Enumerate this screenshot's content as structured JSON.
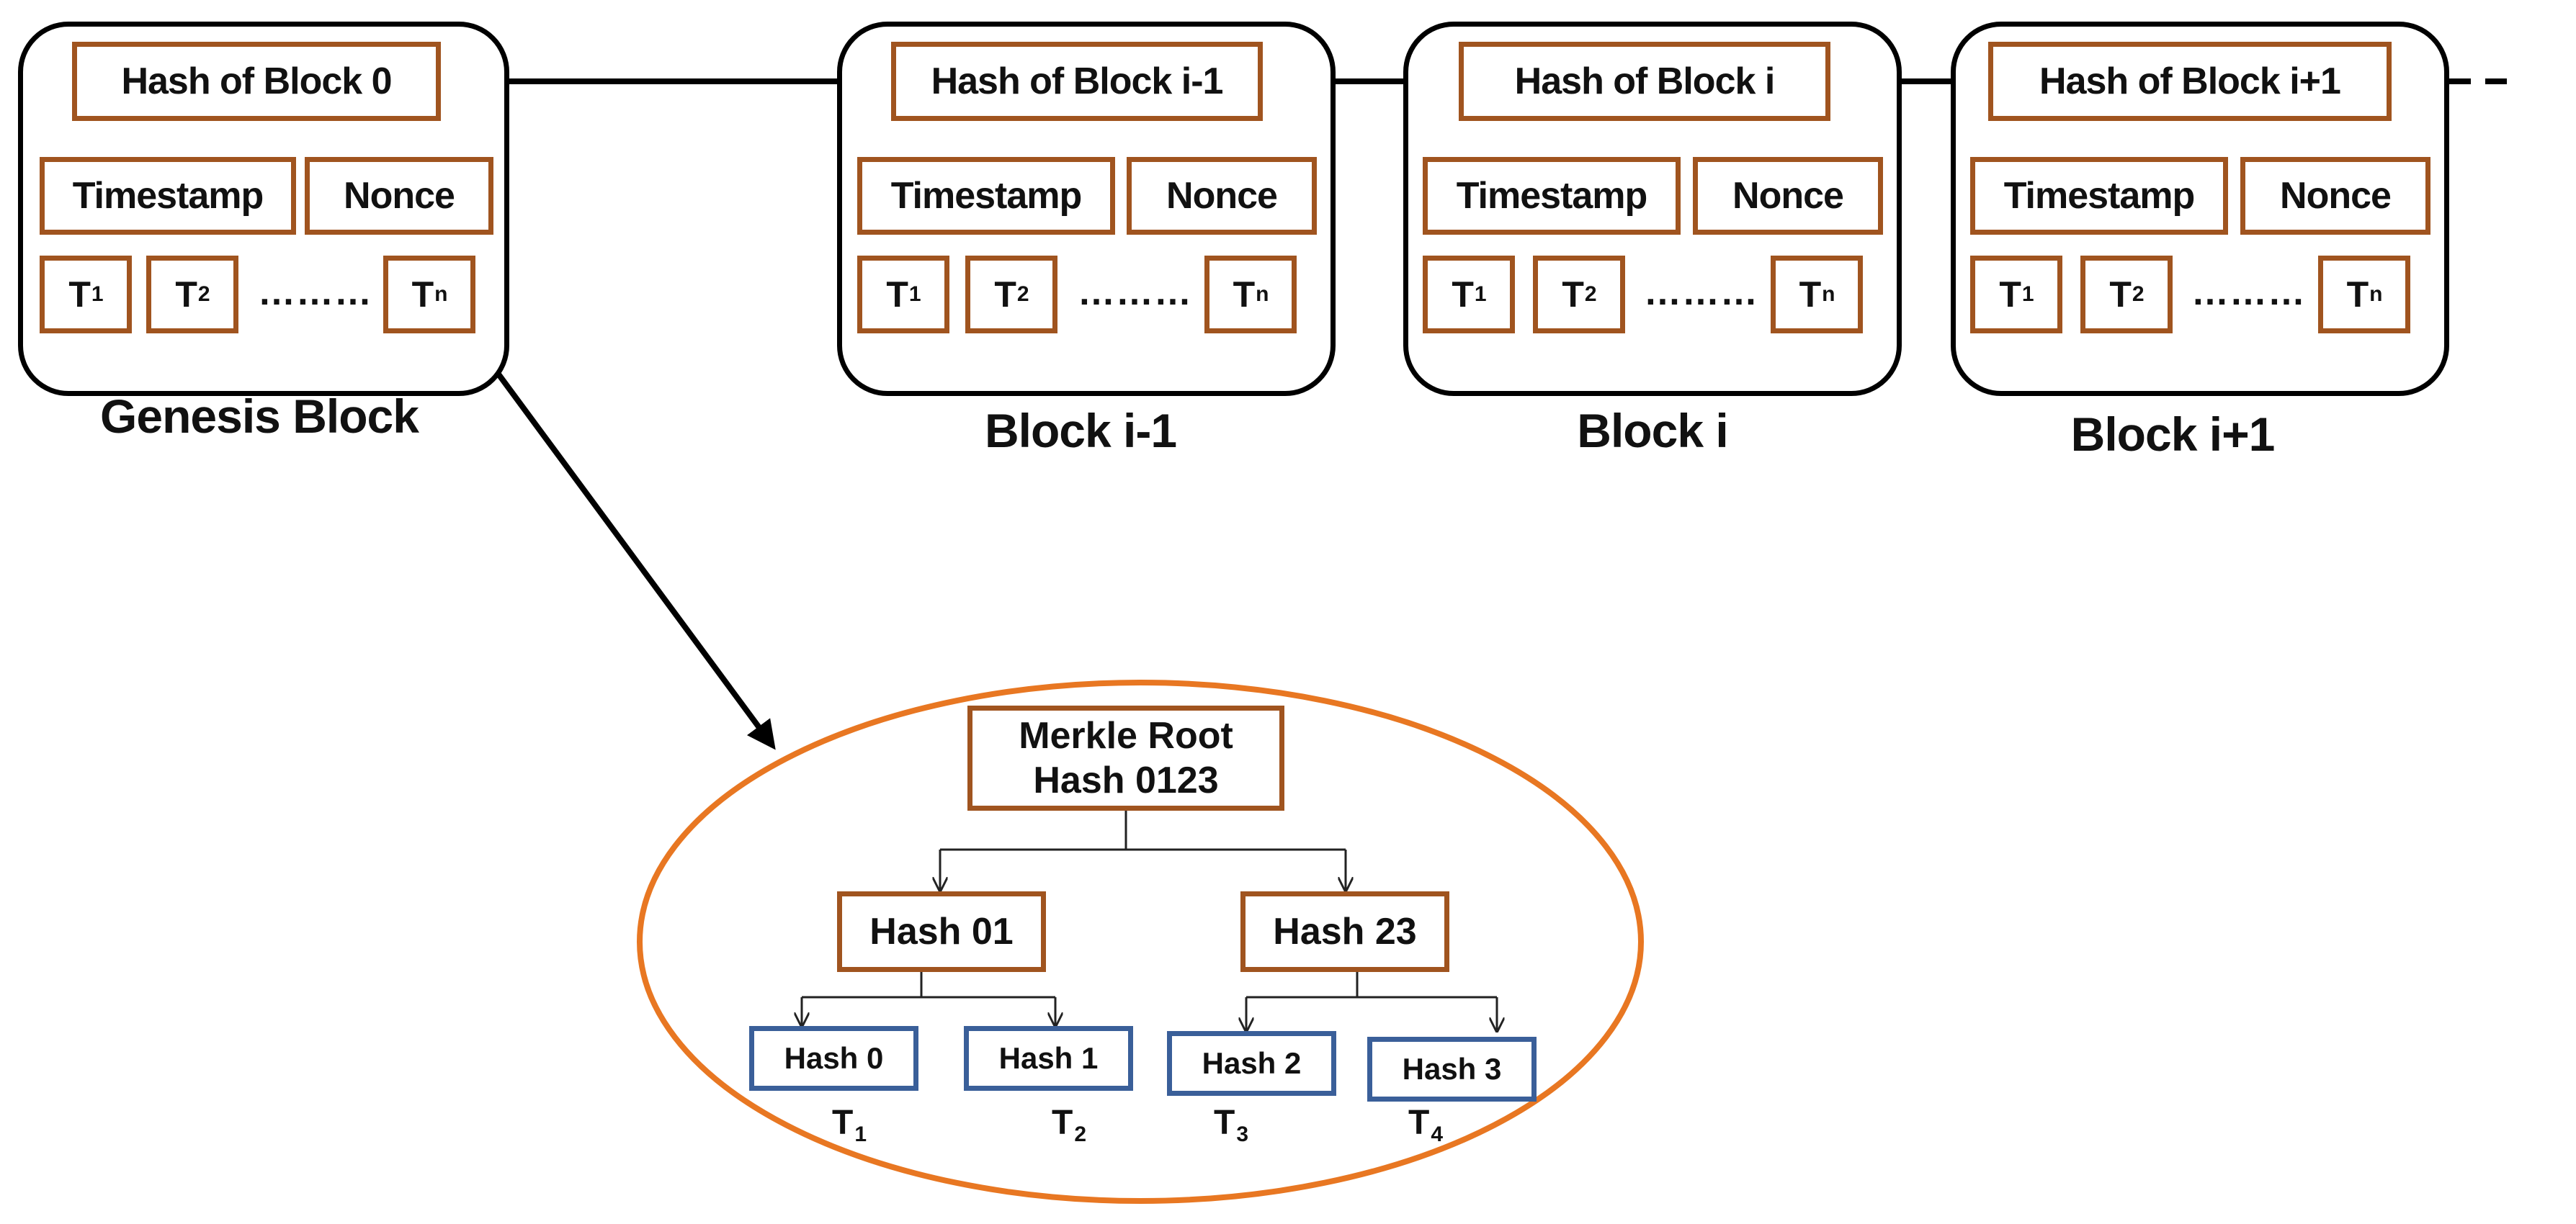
{
  "blocks": [
    {
      "hash": "Hash of Block 0",
      "timestamp": "Timestamp",
      "nonce": "Nonce",
      "tx1_letter": "T",
      "tx1_sub": "1",
      "tx2_letter": "T",
      "tx2_sub": "2",
      "dots": "………",
      "txn_letter": "T",
      "txn_sub": "n",
      "label": "Genesis Block"
    },
    {
      "hash": "Hash of Block i-1",
      "timestamp": "Timestamp",
      "nonce": "Nonce",
      "tx1_letter": "T",
      "tx1_sub": "1",
      "tx2_letter": "T",
      "tx2_sub": "2",
      "dots": "………",
      "txn_letter": "T",
      "txn_sub": "n",
      "label": "Block i-1"
    },
    {
      "hash": "Hash of Block i",
      "timestamp": "Timestamp",
      "nonce": "Nonce",
      "tx1_letter": "T",
      "tx1_sub": "1",
      "tx2_letter": "T",
      "tx2_sub": "2",
      "dots": "………",
      "txn_letter": "T",
      "txn_sub": "n",
      "label": "Block i"
    },
    {
      "hash": "Hash of Block i+1",
      "timestamp": "Timestamp",
      "nonce": "Nonce",
      "tx1_letter": "T",
      "tx1_sub": "1",
      "tx2_letter": "T",
      "tx2_sub": "2",
      "dots": "………",
      "txn_letter": "T",
      "txn_sub": "n",
      "label": "Block i+1"
    }
  ],
  "merkle": {
    "root_line1": "Merkle Root",
    "root_line2": "Hash 0123",
    "hash01": "Hash 01",
    "hash23": "Hash 23",
    "leaves": [
      {
        "label": "Hash 0",
        "t_letter": "T",
        "t_sub": "1"
      },
      {
        "label": "Hash 1",
        "t_letter": "T",
        "t_sub": "2"
      },
      {
        "label": "Hash 2",
        "t_letter": "T",
        "t_sub": "3"
      },
      {
        "label": "Hash 3",
        "t_letter": "T",
        "t_sub": "4"
      }
    ]
  },
  "colors": {
    "block_border": "#000000",
    "field_border": "#a0541f",
    "leaf_border": "#3a5f99",
    "ellipse_border": "#e87722",
    "arrow": "#000000"
  }
}
